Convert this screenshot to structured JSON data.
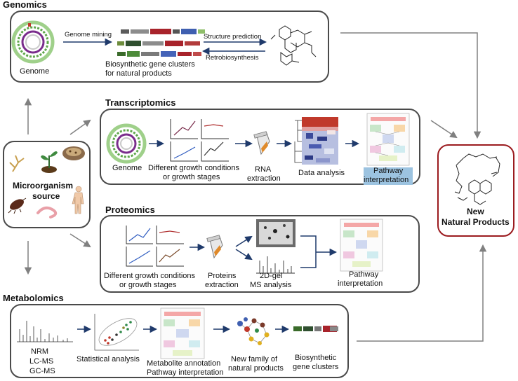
{
  "sections": {
    "genomics": "Genomics",
    "transcriptomics": "Transcriptomics",
    "proteomics": "Proteomics",
    "metabolomics": "Metabolomics"
  },
  "genomics": {
    "genome": "Genome",
    "genome_mining": "Genome mining",
    "bgc_line1": "Biosynthetic gene clusters",
    "bgc_line2": "for natural products",
    "structure_prediction": "Structure prediction",
    "retrobiosynthesis": "Retrobiosynthesis"
  },
  "transcriptomics": {
    "genome": "Genome",
    "growth_line1": "Different growth conditions",
    "growth_line2": "or growth stages",
    "rna_line1": "RNA",
    "rna_line2": "extraction",
    "data_analysis": "Data analysis",
    "pathway_line1": "Pathway",
    "pathway_line2": "interpretation"
  },
  "proteomics": {
    "growth_line1": "Different growth conditions",
    "growth_line2": "or growth stages",
    "proteins_line1": "Proteins",
    "proteins_line2": "extraction",
    "gel_line1": "2D-gel",
    "gel_line2": "MS analysis",
    "pathway_line1": "Pathway",
    "pathway_line2": "interpretation"
  },
  "metabolomics": {
    "nrm": "NRM",
    "lcms": "LC-MS",
    "gcms": "GC-MS",
    "statistical": "Statistical analysis",
    "annotation_line1": "Metabolite annotation",
    "annotation_line2": "Pathway interpretation",
    "family_line1": "New family of",
    "family_line2": "natural products",
    "bgc_line1": "Biosynthetic",
    "bgc_line2": "gene clusters"
  },
  "source": {
    "line1": "Microorganism",
    "line2": "source"
  },
  "output": {
    "line1": "New",
    "line2": "Natural Products"
  },
  "colors": {
    "box_border": "#4a4a4a",
    "output_border": "#9b1b1f",
    "arrow_dark": "#1f3a6b",
    "arrow_gray": "#808080",
    "pathway_highlight": "#9cc3e0"
  }
}
